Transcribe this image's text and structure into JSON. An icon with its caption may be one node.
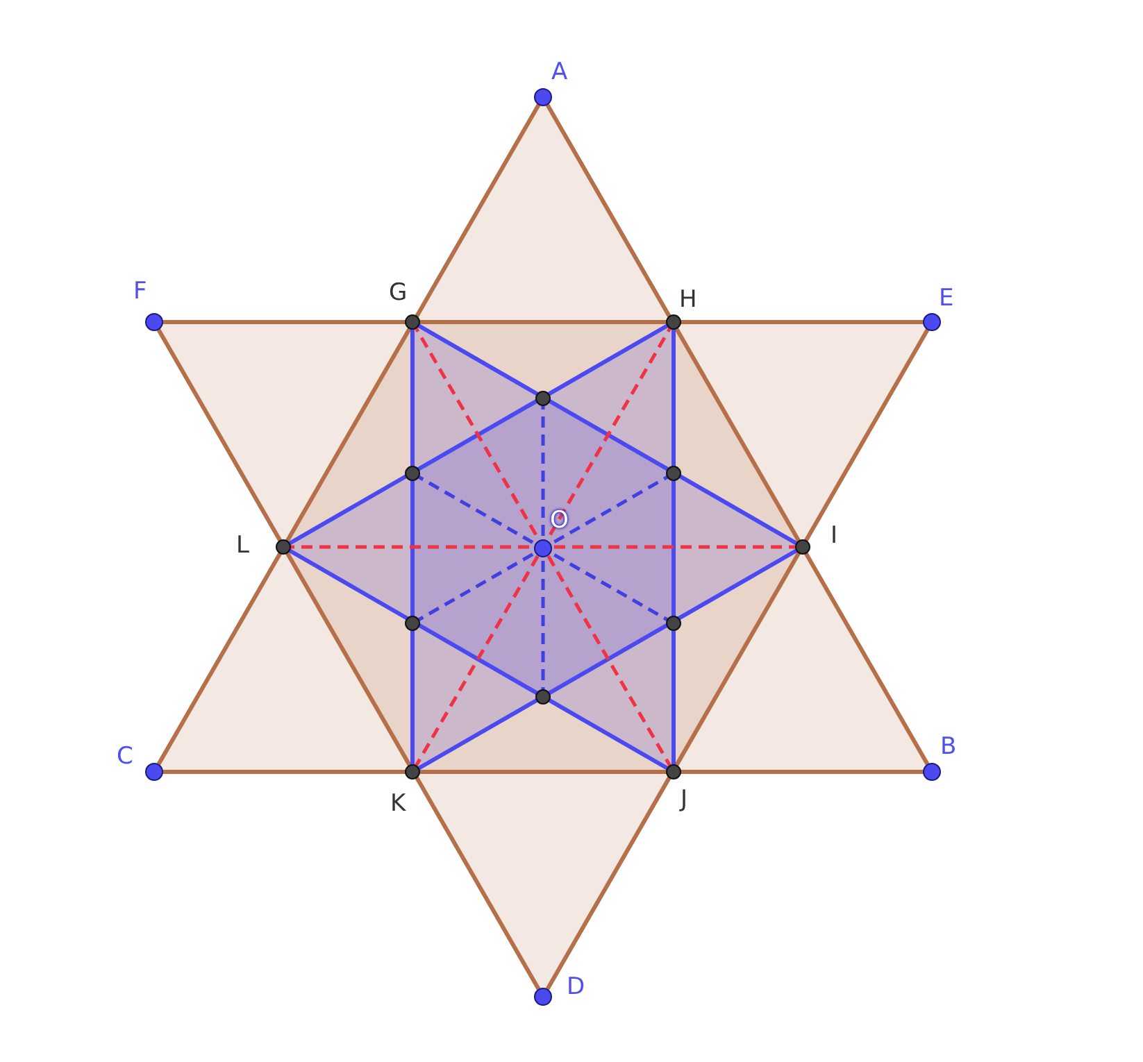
{
  "diagram": {
    "labels": [
      "A",
      "F",
      "G",
      "H",
      "E",
      "L",
      "O",
      "I",
      "C",
      "K",
      "J",
      "B",
      "D"
    ]
  }
}
